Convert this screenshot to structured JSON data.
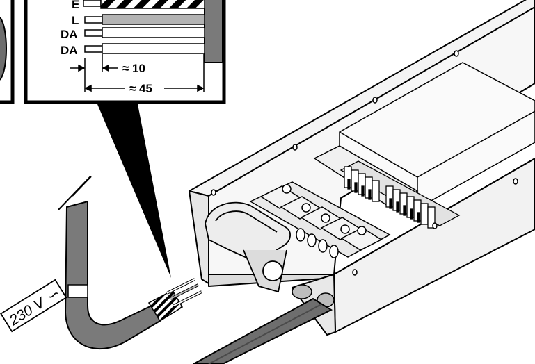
{
  "wire_labels": {
    "earth": "E",
    "live": "L",
    "data_a": "DA",
    "data_b": "DA"
  },
  "dimensions": {
    "strip_length": "≈ 10",
    "sheath_length": "≈ 45"
  },
  "cable_tag": "230 V",
  "cable_tag_symbol": "∽",
  "colors": {
    "live_wire": "#b3b3b3",
    "cable_sheath": "#7a7a7a",
    "housing": "#f4f4f4",
    "outline": "#000000"
  }
}
